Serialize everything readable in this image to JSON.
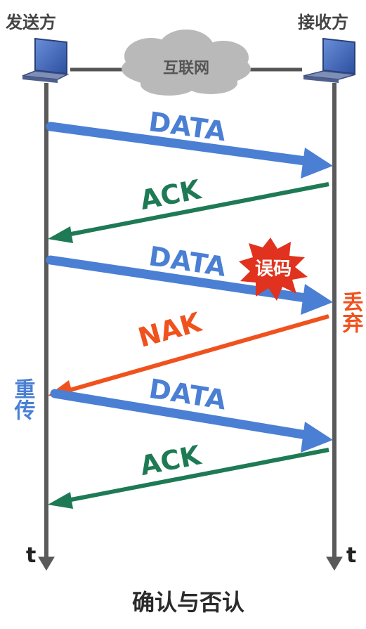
{
  "sender_label": "发送方",
  "receiver_label": "接收方",
  "network_label": "互联网",
  "time_label": "t",
  "caption": "确认与否认",
  "error_badge": "误码",
  "discard_label": "丢弃",
  "retransmit_label": "重传",
  "messages": [
    {
      "id": "data-1",
      "label": "DATA",
      "direction": "sender-to-receiver",
      "color": "#4a7fd4"
    },
    {
      "id": "ack-1",
      "label": "ACK",
      "direction": "receiver-to-sender",
      "color": "#1e7a55"
    },
    {
      "id": "data-2",
      "label": "DATA",
      "direction": "sender-to-receiver",
      "color": "#4a7fd4"
    },
    {
      "id": "nak-1",
      "label": "NAK",
      "direction": "receiver-to-sender",
      "color": "#f0521e"
    },
    {
      "id": "data-3",
      "label": "DATA",
      "direction": "sender-to-receiver",
      "color": "#4a7fd4"
    },
    {
      "id": "ack-2",
      "label": "ACK",
      "direction": "receiver-to-sender",
      "color": "#1e7a55"
    }
  ],
  "colors": {
    "data": "#4a7fd4",
    "ack": "#1e7a55",
    "nak": "#f0521e",
    "timeline": "#5a5a5a",
    "cloud": "#b9b9b9",
    "burst": "#e0321e"
  }
}
